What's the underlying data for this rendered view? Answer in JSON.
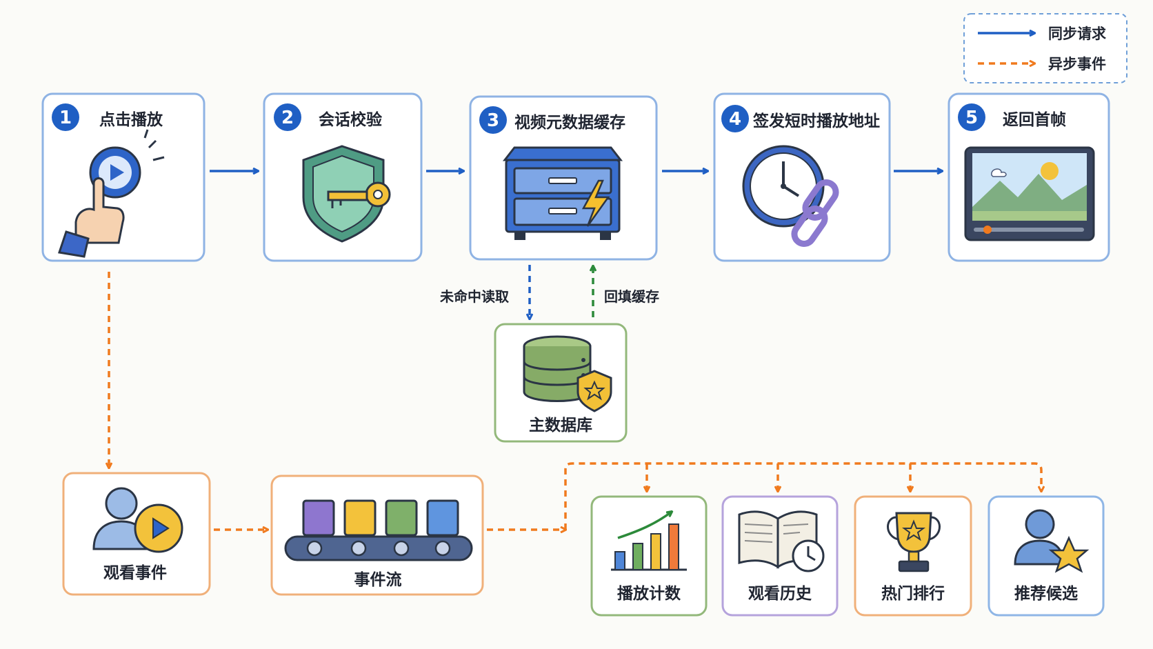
{
  "legend": {
    "sync_label": "同步请求",
    "async_label": "异步事件"
  },
  "steps": [
    {
      "num": "1",
      "title": "点击播放",
      "icon": "hand-click-play-icon"
    },
    {
      "num": "2",
      "title": "会话校验",
      "icon": "shield-key-icon"
    },
    {
      "num": "3",
      "title": "视频元数据缓存",
      "icon": "cache-cabinet-icon"
    },
    {
      "num": "4",
      "title": "签发短时播放地址",
      "icon": "clock-link-icon"
    },
    {
      "num": "5",
      "title": "返回首帧",
      "icon": "video-frame-icon"
    }
  ],
  "cache": {
    "miss_label": "未命中读取",
    "fill_label": "回填缓存",
    "db_label": "主数据库"
  },
  "events": {
    "watch_event": "观看事件",
    "event_stream": "事件流",
    "consumers": [
      {
        "label": "播放计数",
        "icon": "bar-chart-icon"
      },
      {
        "label": "观看历史",
        "icon": "book-clock-icon"
      },
      {
        "label": "热门排行",
        "icon": "trophy-icon"
      },
      {
        "label": "推荐候选",
        "icon": "user-star-icon"
      }
    ]
  },
  "colors": {
    "sync": "#1f5fc4",
    "async": "#f07a1e",
    "fill_back": "#2c8a3a",
    "badge": "#1f5fc4"
  }
}
